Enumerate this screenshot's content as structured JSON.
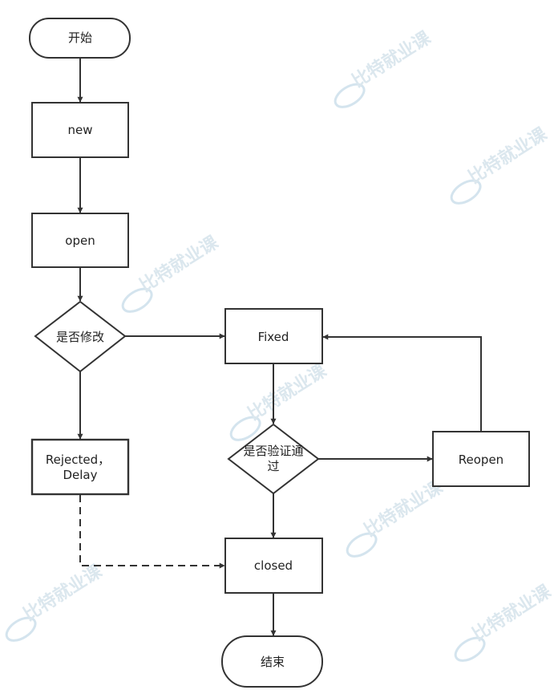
{
  "nodes": {
    "start": {
      "label": "开始"
    },
    "new": {
      "label": "new"
    },
    "open": {
      "label": "open"
    },
    "decision_modify": {
      "label": "是否修改"
    },
    "fixed": {
      "label": "Fixed"
    },
    "rejected": {
      "lines": [
        "Rejected，",
        "Delay"
      ]
    },
    "decision_verify": {
      "lines": [
        "是否验证通",
        "过"
      ]
    },
    "reopen": {
      "label": "Reopen"
    },
    "closed": {
      "label": "closed"
    },
    "end": {
      "label": "结束"
    }
  },
  "watermark": {
    "text": "比特就业课"
  },
  "colors": {
    "stroke": "#333333",
    "background": "#ffffff",
    "watermark": "#dbe7ee"
  }
}
